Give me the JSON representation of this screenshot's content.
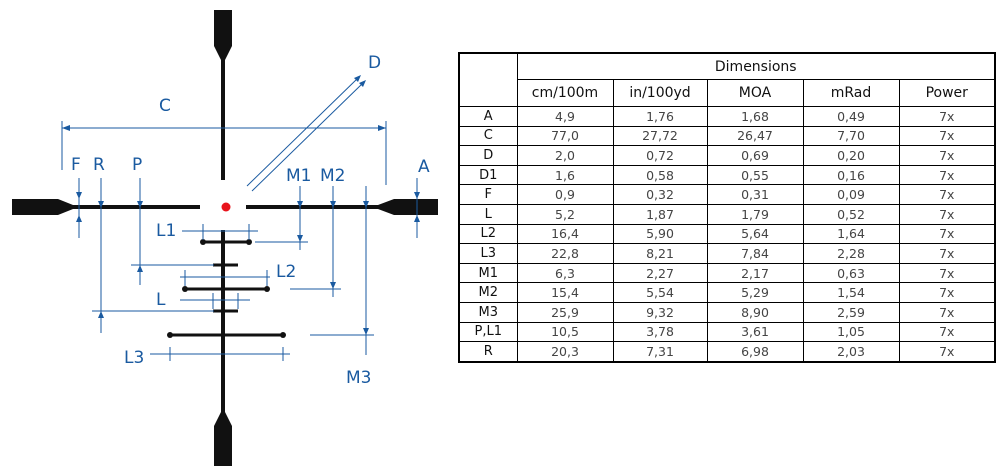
{
  "diagram": {
    "labels": {
      "C": "C",
      "D": "D",
      "F": "F",
      "R": "R",
      "P": "P",
      "A": "A",
      "M1": "M1",
      "M2": "M2",
      "M3": "M3",
      "L1": "L1",
      "L2": "L2",
      "L": "L",
      "L3": "L3"
    },
    "dot_color": "#e8141c",
    "line_color": "#1a5aa0"
  },
  "table": {
    "title": "Dimensions",
    "columns": [
      "cm/100m",
      "in/100yd",
      "MOA",
      "mRad",
      "Power"
    ],
    "rows": [
      {
        "label": "A",
        "values": [
          "4,9",
          "1,76",
          "1,68",
          "0,49",
          "7x"
        ]
      },
      {
        "label": "C",
        "values": [
          "77,0",
          "27,72",
          "26,47",
          "7,70",
          "7x"
        ]
      },
      {
        "label": "D",
        "values": [
          "2,0",
          "0,72",
          "0,69",
          "0,20",
          "7x"
        ]
      },
      {
        "label": "D1",
        "values": [
          "1,6",
          "0,58",
          "0,55",
          "0,16",
          "7x"
        ]
      },
      {
        "label": "F",
        "values": [
          "0,9",
          "0,32",
          "0,31",
          "0,09",
          "7x"
        ]
      },
      {
        "label": "L",
        "values": [
          "5,2",
          "1,87",
          "1,79",
          "0,52",
          "7x"
        ]
      },
      {
        "label": "L2",
        "values": [
          "16,4",
          "5,90",
          "5,64",
          "1,64",
          "7x"
        ]
      },
      {
        "label": "L3",
        "values": [
          "22,8",
          "8,21",
          "7,84",
          "2,28",
          "7x"
        ]
      },
      {
        "label": "M1",
        "values": [
          "6,3",
          "2,27",
          "2,17",
          "0,63",
          "7x"
        ]
      },
      {
        "label": "M2",
        "values": [
          "15,4",
          "5,54",
          "5,29",
          "1,54",
          "7x"
        ]
      },
      {
        "label": "M3",
        "values": [
          "25,9",
          "9,32",
          "8,90",
          "2,59",
          "7x"
        ]
      },
      {
        "label": "P,L1",
        "values": [
          "10,5",
          "3,78",
          "3,61",
          "1,05",
          "7x"
        ]
      },
      {
        "label": "R",
        "values": [
          "20,3",
          "7,31",
          "6,98",
          "2,03",
          "7x"
        ]
      }
    ]
  }
}
